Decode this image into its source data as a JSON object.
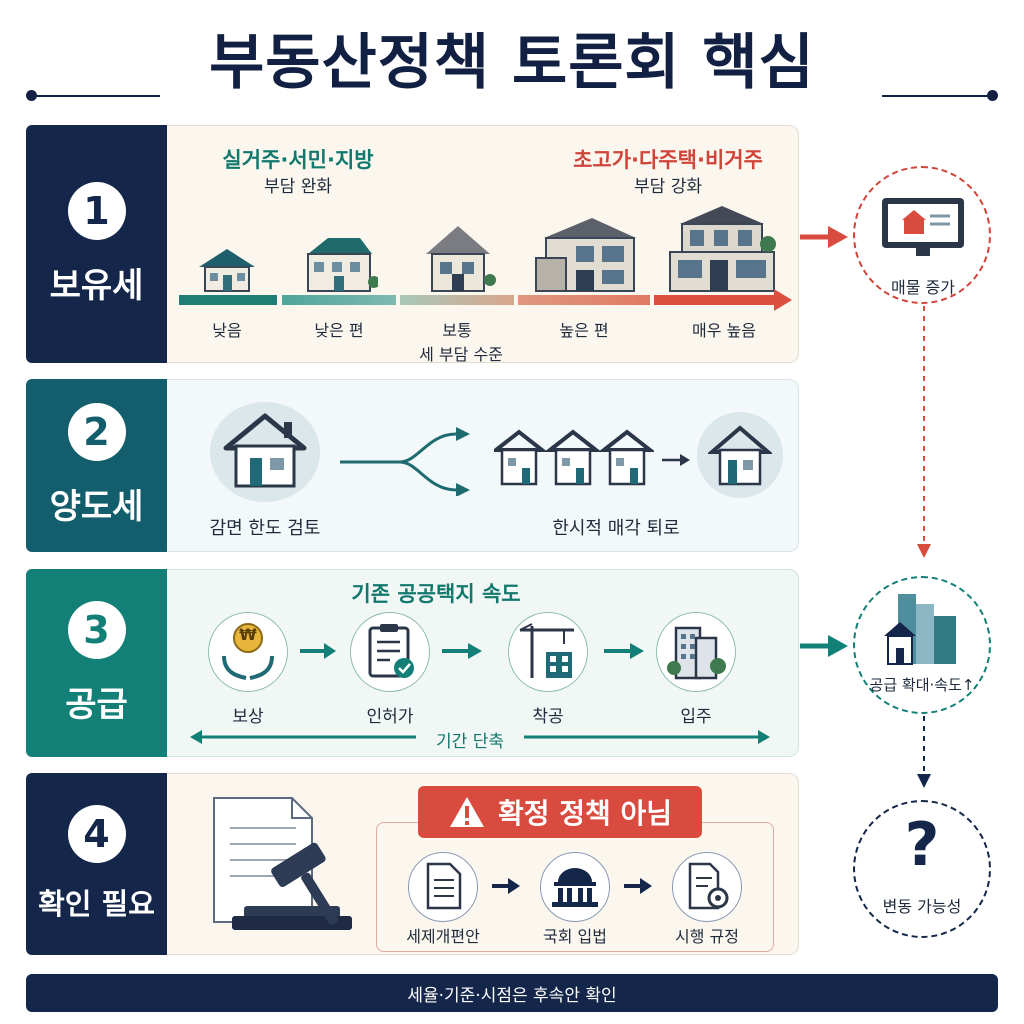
{
  "title": "부동산정책 토론회 핵심",
  "sections": [
    {
      "number": "1",
      "label": "보유세"
    },
    {
      "number": "2",
      "label": "양도세"
    },
    {
      "number": "3",
      "label": "공급"
    },
    {
      "number": "4",
      "label": "확인 필요"
    }
  ],
  "holding_tax": {
    "left_header": "실거주·서민·지방",
    "left_sub": "부담 완화",
    "right_header": "초고가·다주택·비거주",
    "right_sub": "부담 강화",
    "levels": [
      "낮음",
      "낮은 편",
      "보통",
      "높은 편",
      "매우 높음"
    ],
    "scale_label": "세 부담 수준"
  },
  "capital_gains": {
    "left_label": "감면 한도 검토",
    "right_label": "한시적 매각 퇴로"
  },
  "supply": {
    "header": "기존 공공택지 속도",
    "steps": [
      "보상",
      "인허가",
      "착공",
      "입주"
    ],
    "duration_label": "기간 단축",
    "won_symbol": "₩"
  },
  "confirm": {
    "warning": "확정 정책 아님",
    "steps": [
      "세제개편안",
      "국회 입법",
      "시행 규정"
    ]
  },
  "outcomes": {
    "listings": "매물 증가",
    "supply": "공급 확대·속도↑",
    "variability": "변동 가능성",
    "question_mark": "?"
  },
  "footer": "세율·기준·시점은 후속안 확인",
  "colors": {
    "navy": "#14264a",
    "teal": "#13786c",
    "red": "#d94a3f"
  }
}
